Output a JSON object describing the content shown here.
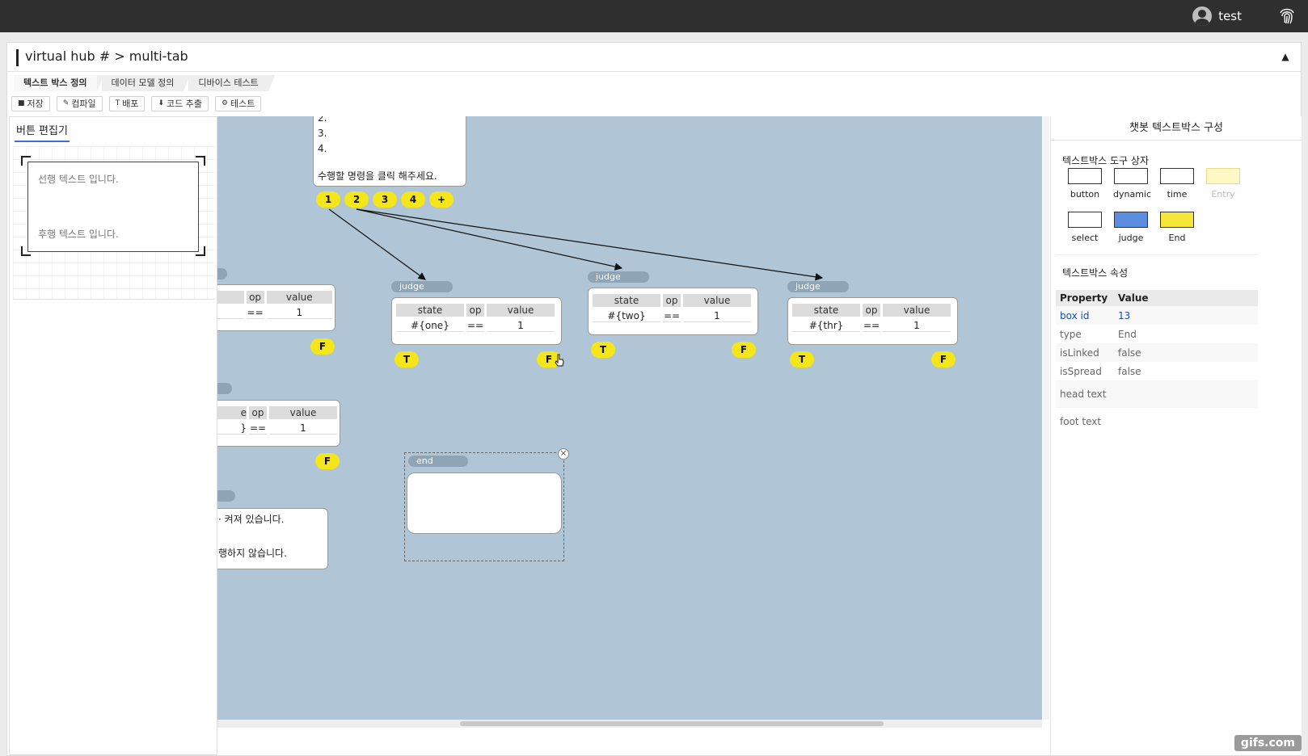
{
  "topbar": {
    "username": "test",
    "user_icon": "user-icon",
    "fingerprint_icon": "fingerprint-icon"
  },
  "header": {
    "title": "virtual hub # > multi-tab",
    "collapse_icon": "chevron-up-icon"
  },
  "tabs": [
    {
      "label": "텍스트 박스 정의",
      "active": true
    },
    {
      "label": "데이터 모델 정의",
      "active": false
    },
    {
      "label": "디바이스 테스트",
      "active": false
    }
  ],
  "toolbar": [
    {
      "icon": "save-icon",
      "label": "저장"
    },
    {
      "icon": "wrench-icon",
      "label": "컴파일"
    },
    {
      "icon": "text-icon",
      "label": "배포"
    },
    {
      "icon": "download-icon",
      "label": "코드 추출"
    },
    {
      "icon": "gear-icon",
      "label": "테스트"
    }
  ],
  "left_panel": {
    "tab_label": "버튼 편집기",
    "head_text": "선행 텍스트 입니다.",
    "foot_text": "후행 텍스트 입니다."
  },
  "canvas": {
    "top_box": {
      "lines": [
        "2.",
        "3.",
        "4."
      ],
      "prompt": "수행할 명령을 클릭 해주세요.",
      "buttons": [
        "1",
        "2",
        "3",
        "4",
        "+"
      ]
    },
    "judge_label": "judge",
    "table_headers": {
      "state": "state",
      "op": "op",
      "value": "value"
    },
    "judges": [
      {
        "state": "#{one}",
        "op": "==",
        "value": "1"
      },
      {
        "state": "#{two}",
        "op": "==",
        "value": "1"
      },
      {
        "state": "#{thr}",
        "op": "==",
        "value": "1"
      }
    ],
    "partial_judge_1": {
      "op": "==",
      "value": "1"
    },
    "partial_judge_2": {
      "state_clip": "e",
      "state_val_clip": "}",
      "op": "==",
      "value": "1"
    },
    "partial_text": {
      "line1": "· 켜져 있습니다.",
      "line2": "행하지 않습니다."
    },
    "t_label": "T",
    "f_label": "F",
    "end_label": "end",
    "close_icon": "close-icon"
  },
  "right_panel": {
    "title": "챗봇 텍스트박스 구성",
    "toolbox_title": "텍스트박스 도구 상자",
    "tools": [
      {
        "label": "button",
        "color": "#ffffff"
      },
      {
        "label": "dynamic",
        "color": "#ffffff"
      },
      {
        "label": "time",
        "color": "#ffffff"
      },
      {
        "label": "Entry",
        "color": "#fff8c4"
      },
      {
        "label": "select",
        "color": "#ffffff"
      },
      {
        "label": "judge",
        "color": "#5b8ee0"
      },
      {
        "label": "End",
        "color": "#f7e53a"
      }
    ],
    "props_title": "텍스트박스 속성",
    "props_header": {
      "property": "Property",
      "value": "Value"
    },
    "props": [
      {
        "key": "box id",
        "value": "13"
      },
      {
        "key": "type",
        "value": "End"
      },
      {
        "key": "isLinked",
        "value": "false"
      },
      {
        "key": "isSpread",
        "value": "false"
      },
      {
        "key": "head text",
        "value": ""
      },
      {
        "key": "foot text",
        "value": ""
      }
    ]
  },
  "watermark": "gifs.com"
}
